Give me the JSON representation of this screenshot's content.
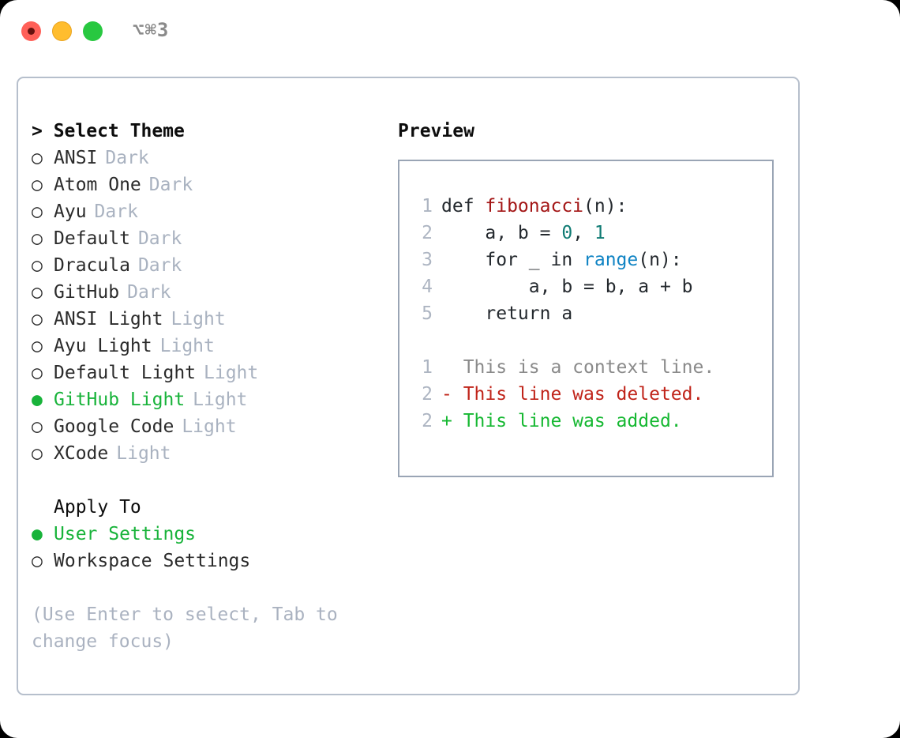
{
  "titlebar": {
    "shortcut": "⌥⌘3",
    "buttons": [
      {
        "name": "close",
        "color": "#ff6058"
      },
      {
        "name": "minimize",
        "color": "#ffbd2e"
      },
      {
        "name": "maximize",
        "color": "#28c840"
      }
    ]
  },
  "theme_list": {
    "header": "> Select Theme",
    "items": [
      {
        "marker": "○",
        "label": "ANSI",
        "tag": "Dark",
        "selected": false
      },
      {
        "marker": "○",
        "label": "Atom One",
        "tag": "Dark",
        "selected": false
      },
      {
        "marker": "○",
        "label": "Ayu",
        "tag": "Dark",
        "selected": false
      },
      {
        "marker": "○",
        "label": "Default",
        "tag": "Dark",
        "selected": false
      },
      {
        "marker": "○",
        "label": "Dracula",
        "tag": "Dark",
        "selected": false
      },
      {
        "marker": "○",
        "label": "GitHub",
        "tag": "Dark",
        "selected": false
      },
      {
        "marker": "○",
        "label": "ANSI Light",
        "tag": "Light",
        "selected": false
      },
      {
        "marker": "○",
        "label": "Ayu Light",
        "tag": "Light",
        "selected": false
      },
      {
        "marker": "○",
        "label": "Default Light",
        "tag": "Light",
        "selected": false
      },
      {
        "marker": "●",
        "label": "GitHub Light",
        "tag": "Light",
        "selected": true
      },
      {
        "marker": "○",
        "label": "Google Code",
        "tag": "Light",
        "selected": false
      },
      {
        "marker": "○",
        "label": "XCode",
        "tag": "Light",
        "selected": false
      }
    ]
  },
  "apply_to": {
    "title": "Apply To",
    "items": [
      {
        "marker": "●",
        "label": "User Settings",
        "selected": true
      },
      {
        "marker": "○",
        "label": "Workspace Settings",
        "selected": false
      }
    ]
  },
  "hint": "(Use Enter to select, Tab to change focus)",
  "preview": {
    "header": "Preview",
    "code_lines": [
      {
        "no": "1",
        "parts": [
          {
            "text": "def ",
            "cls": "code-text"
          },
          {
            "text": "fibonacci",
            "cls": "tok-fn"
          },
          {
            "text": "(n):",
            "cls": "code-text"
          }
        ]
      },
      {
        "no": "2",
        "parts": [
          {
            "text": "    a, b = ",
            "cls": "code-text"
          },
          {
            "text": "0",
            "cls": "tok-num"
          },
          {
            "text": ", ",
            "cls": "code-text"
          },
          {
            "text": "1",
            "cls": "tok-num"
          }
        ]
      },
      {
        "no": "3",
        "parts": [
          {
            "text": "    for _ in ",
            "cls": "code-text"
          },
          {
            "text": "range",
            "cls": "tok-call"
          },
          {
            "text": "(n):",
            "cls": "code-text"
          }
        ]
      },
      {
        "no": "4",
        "parts": [
          {
            "text": "        a, b = b, a + b",
            "cls": "code-text"
          }
        ]
      },
      {
        "no": "5",
        "parts": [
          {
            "text": "    return a",
            "cls": "code-text"
          }
        ]
      }
    ],
    "diff_lines": [
      {
        "no": "1",
        "text": "  This is a context line.",
        "cls": "diff-ctx"
      },
      {
        "no": "2",
        "text": "- This line was deleted.",
        "cls": "diff-del"
      },
      {
        "no": "2",
        "text": "+ This line was added.",
        "cls": "diff-add"
      }
    ]
  },
  "colors": {
    "accent_green": "#18b33a",
    "muted": "#a9b2c0",
    "border": "#b6bfcc",
    "preview_border": "#9aa5b5",
    "fn_red": "#a31515",
    "num_teal": "#0f7b73",
    "call_blue": "#1184c4",
    "diff_delete": "#c0241a",
    "diff_add": "#16b832"
  }
}
